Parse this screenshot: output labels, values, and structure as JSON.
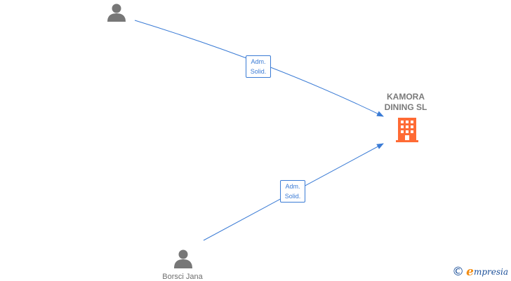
{
  "company": {
    "name_line1": "KAMORA",
    "name_line2": "DINING  SL",
    "icon": "building-icon",
    "color": "#ff6b35"
  },
  "persons": [
    {
      "name": "",
      "icon": "person-icon"
    },
    {
      "name": "Borsci Jana",
      "icon": "person-icon"
    }
  ],
  "edges": [
    {
      "from": "person-1",
      "to": "company",
      "role_line1": "Adm.",
      "role_line2": "Solid."
    },
    {
      "from": "person-2",
      "to": "company",
      "role_line1": "Adm.",
      "role_line2": "Solid."
    }
  ],
  "colors": {
    "edge": "#3a7bd5",
    "person": "#777777",
    "company": "#ff6b35"
  },
  "watermark": {
    "symbol": "©",
    "brand_initial": "e",
    "brand_rest": "mpresia"
  }
}
